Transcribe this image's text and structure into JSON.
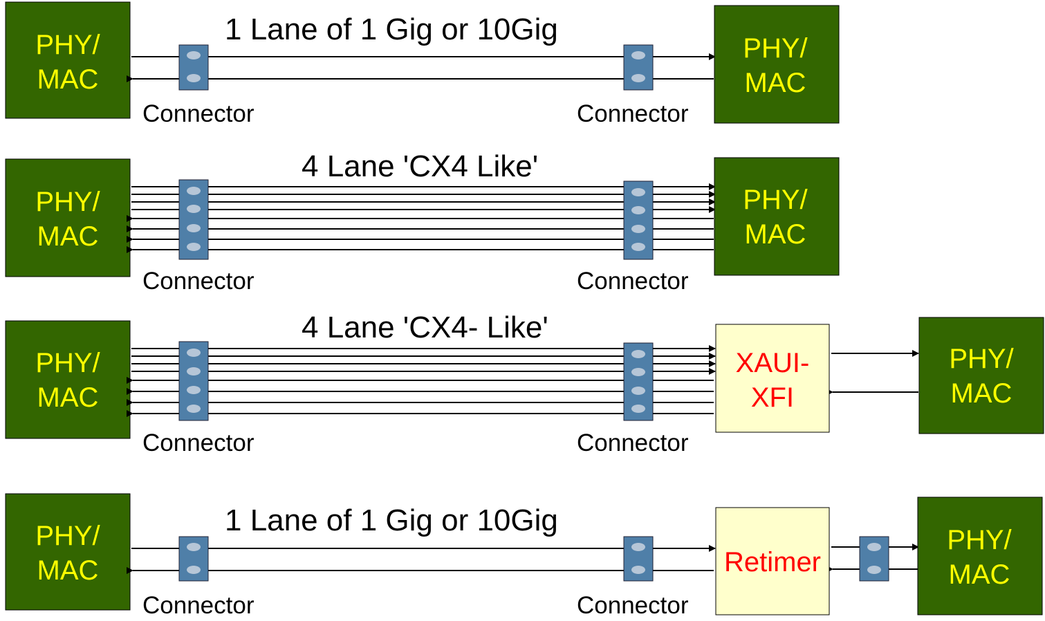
{
  "colors": {
    "phy_fill": "#336600",
    "phy_text": "#ffff00",
    "aux_fill": "#ffffcc",
    "aux_text": "#ff0000",
    "line": "#000000",
    "connector_fill": "#4f7fa8",
    "connector_spot": "#cfd8e2"
  },
  "rows": [
    {
      "caption": "1 Lane of 1 Gig or 10Gig",
      "left_box": {
        "line1": "PHY/",
        "line2": "MAC"
      },
      "right_box": {
        "line1": "PHY/",
        "line2": "MAC"
      },
      "connector_left": "Connector",
      "connector_right": "Connector"
    },
    {
      "caption": "4 Lane 'CX4 Like'",
      "left_box": {
        "line1": "PHY/",
        "line2": "MAC"
      },
      "right_box": {
        "line1": "PHY/",
        "line2": "MAC"
      },
      "connector_left": "Connector",
      "connector_right": "Connector"
    },
    {
      "caption": "4 Lane 'CX4- Like'",
      "left_box": {
        "line1": "PHY/",
        "line2": "MAC"
      },
      "middle_box": {
        "line1": "XAUI-",
        "line2": "XFI"
      },
      "right_box": {
        "line1": "PHY/",
        "line2": "MAC"
      },
      "connector_left": "Connector",
      "connector_right": "Connector"
    },
    {
      "caption": "1 Lane of 1 Gig or 10Gig",
      "left_box": {
        "line1": "PHY/",
        "line2": "MAC"
      },
      "middle_box": {
        "label": "Retimer"
      },
      "right_box": {
        "line1": "PHY/",
        "line2": "MAC"
      },
      "connector_left": "Connector",
      "connector_right": "Connector"
    }
  ]
}
